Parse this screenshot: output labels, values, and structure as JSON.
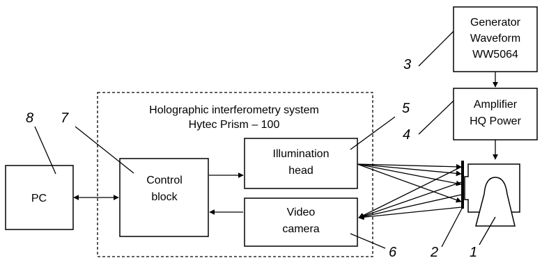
{
  "system": {
    "line1": "Holographic interferometry system",
    "line2": "Hytec Prism – 100"
  },
  "blocks": {
    "pc": "PC",
    "control": {
      "line1": "Control",
      "line2": "block"
    },
    "illumination": {
      "line1": "Illumination",
      "line2": "head"
    },
    "camera": {
      "line1": "Video",
      "line2": "camera"
    },
    "generator": {
      "line1": "Generator",
      "line2": "Waveform",
      "line3": "WW5064"
    },
    "amplifier": {
      "line1": "Amplifier",
      "line2": "HQ Power"
    }
  },
  "numbers": {
    "n1": "1",
    "n2": "2",
    "n3": "3",
    "n4": "4",
    "n5": "5",
    "n6": "6",
    "n7": "7",
    "n8": "8"
  }
}
